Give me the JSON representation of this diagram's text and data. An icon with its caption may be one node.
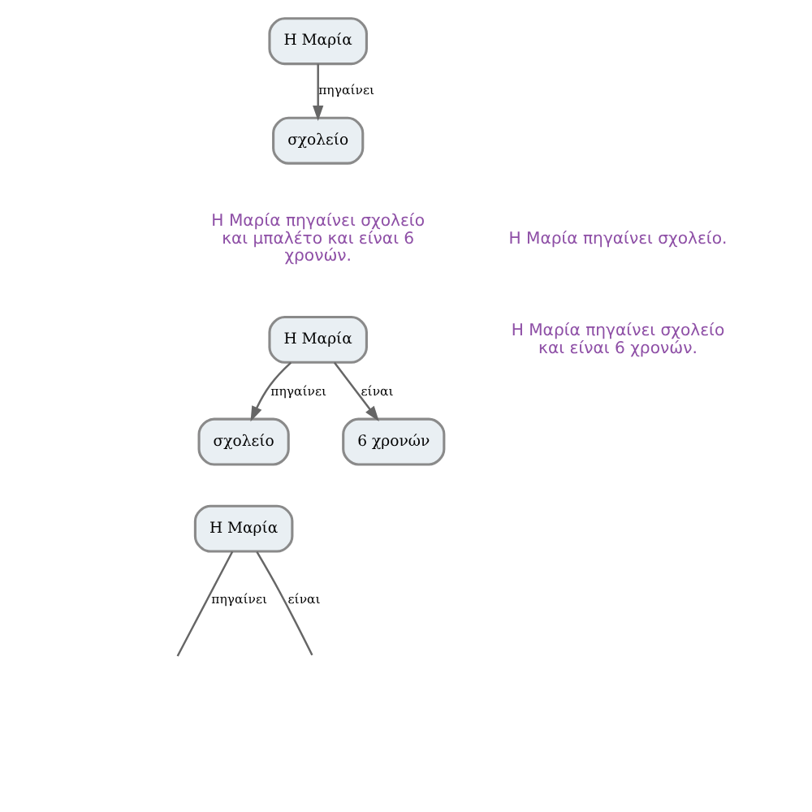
{
  "diagram": {
    "nodes": [
      {
        "text": [
          "Η Μαρία"
        ]
      },
      {
        "text": [
          "σχολείο"
        ]
      },
      {
        "text": [
          "Η Μαρία"
        ]
      },
      {
        "text": [
          "σχολείο"
        ]
      },
      {
        "text": [
          "6 χρονών"
        ]
      },
      {
        "text": [
          "Η Μαρία"
        ]
      }
    ],
    "edges": [
      {
        "from": 0,
        "to": 1,
        "arrow": "to",
        "label": "πηγαίνει"
      },
      {
        "from": 2,
        "to": 3,
        "arrow": "to",
        "label": "πηγαίνει"
      },
      {
        "from": 2,
        "to": 4,
        "arrow": "to",
        "label": "είναι"
      },
      {
        "from": 5,
        "to": null,
        "arrow": "none",
        "label": "πηγαίνει"
      },
      {
        "from": 5,
        "to": null,
        "arrow": "none",
        "label": "είναι"
      }
    ],
    "labels": [
      "Η Μαρία πηγαίνει σχολείο και μπαλέτο και είναι 6 χρονών.",
      "Η Μαρία πηγαίνει σχολείο.",
      "Η Μαρία πηγαίνει σχολείο και είναι 6 χρονών."
    ]
  }
}
